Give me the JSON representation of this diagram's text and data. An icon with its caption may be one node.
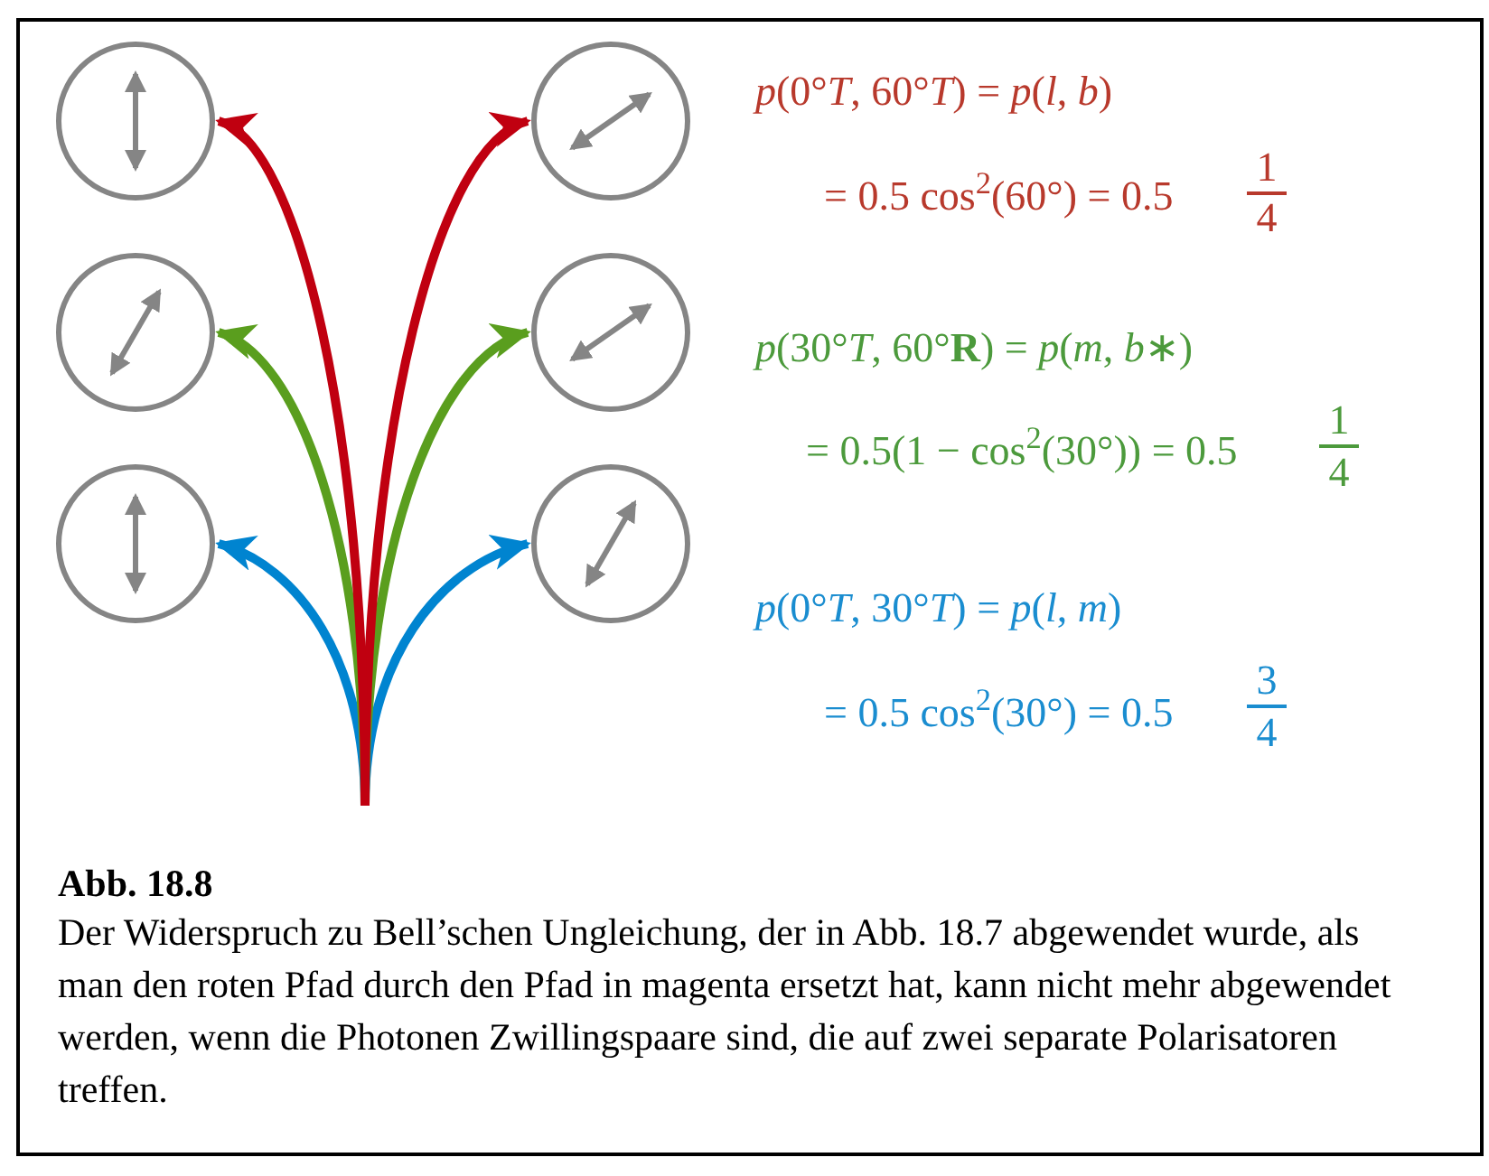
{
  "diagram": {
    "title": "Abb. 18.8",
    "caption": "Der Widerspruch zu Bell’schen Ungleichung, der in Abb. 18.7 abgewendet wurde, als man den roten Pfad durch den Pfad in magenta ersetzt hat, kann nicht mehr abgewendet werden, wenn die Photonen Zwillingspaare sind, die auf zwei separate Polarisatoren treffen.",
    "nodes": [
      {
        "text": [],
        "shape": "circle"
      },
      {
        "text": [],
        "shape": "circle"
      },
      {
        "text": [],
        "shape": "circle"
      },
      {
        "text": [],
        "shape": "circle"
      },
      {
        "text": [],
        "shape": "circle"
      },
      {
        "text": [],
        "shape": "circle"
      }
    ],
    "edges": [
      {
        "from": null,
        "to": 0,
        "arrow": "to",
        "color": "#c00010"
      },
      {
        "from": null,
        "to": 1,
        "arrow": "to",
        "color": "#c00010"
      },
      {
        "from": null,
        "to": 2,
        "arrow": "to",
        "color": "#5a9e1e"
      },
      {
        "from": null,
        "to": 3,
        "arrow": "to",
        "color": "#5a9e1e"
      },
      {
        "from": null,
        "to": 4,
        "arrow": "to",
        "color": "#0084d0"
      },
      {
        "from": null,
        "to": 5,
        "arrow": "to",
        "color": "#0084d0"
      }
    ],
    "labels": [
      "*p*(0°*T*, 60°*T*) = *p*(*l*, *b*)",
      "= 0.5 cos$^{2}$(60°) = 0.5",
      "1",
      "4",
      "*p*(30°*T*, 60°**R**) = *p*(*m*, *b*∗)",
      "= 0.5(1 − cos$^{2}$(30°)) = 0.5",
      "1",
      "4",
      "*p*(0°*T*, 30°*T*) = *p*(*l*, *m*)",
      "= 0.5 cos$^{2}$(30°) = 0.5",
      "3",
      "4"
    ]
  }
}
